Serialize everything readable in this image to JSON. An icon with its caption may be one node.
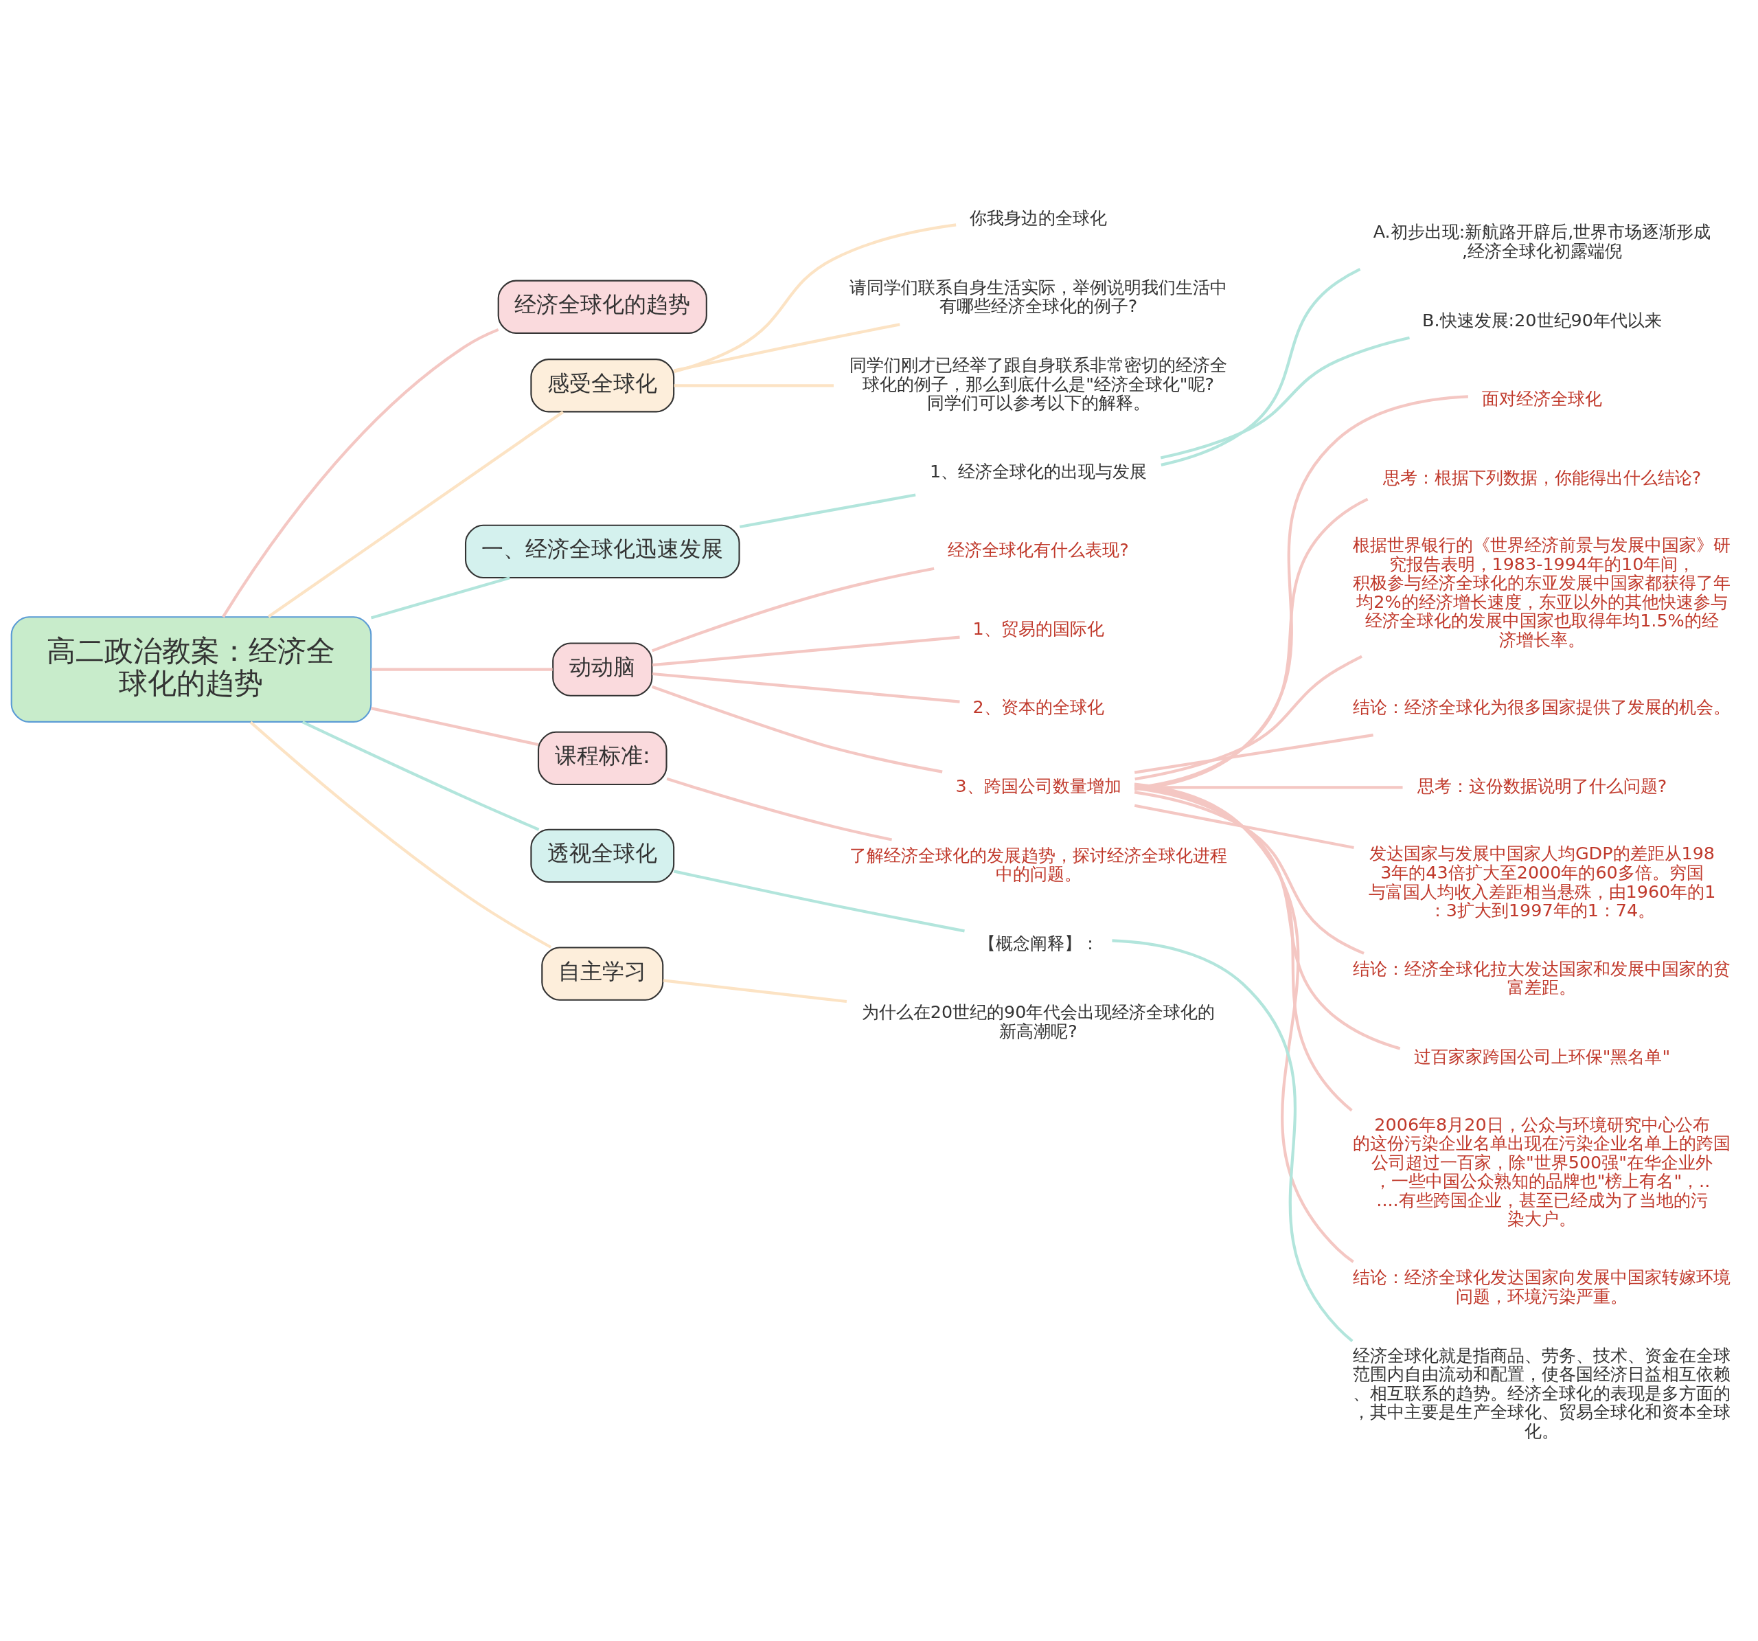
{
  "diagram": {
    "nodes": [
      {
        "text": [
          "高二政治教案：经济全球化的趋势"
        ]
      },
      {
        "text": [
          "经济全球化的趋势"
        ]
      },
      {
        "text": [
          "感受全球化"
        ]
      },
      {
        "text": [
          "你我身边的全球化"
        ]
      },
      {
        "text": [
          "请同学们联系自身生活实际，举例说明我们生活中有哪些经济全球化的例子?"
        ]
      },
      {
        "text": [
          "同学们刚才已经举了跟自身联系非常密切的经济全球化的例子，那么到底什么是\"经济全球化\"呢?同学们可以参考以下的解释。"
        ]
      },
      {
        "text": [
          "一、经济全球化迅速发展"
        ]
      },
      {
        "text": [
          "1、经济全球化的出现与发展"
        ]
      },
      {
        "text": [
          "A.初步出现:新航路开辟后,世界市场逐渐形成,经济全球化初露端倪"
        ]
      },
      {
        "text": [
          "B.快速发展:20世纪90年代以来"
        ]
      },
      {
        "text": [
          "动动脑"
        ]
      },
      {
        "text": [
          "经济全球化有什么表现?"
        ]
      },
      {
        "text": [
          "1、贸易的国际化"
        ]
      },
      {
        "text": [
          "2、资本的全球化"
        ]
      },
      {
        "text": [
          "3、跨国公司数量增加"
        ]
      },
      {
        "text": [
          "面对经济全球化"
        ]
      },
      {
        "text": [
          "思考：根据下列数据，你能得出什么结论?"
        ]
      },
      {
        "text": [
          "根据世界银行的《世界经济前景与发展中国家》研究报告表明，1983-1994年的10年间，积极参与经济全球化的东亚发展中国家都获得了年均2%的经济增长速度，东亚以外的其他快速参与经济全球化的发展中国家也取得年均1.5%的经济增长率。"
        ]
      },
      {
        "text": [
          "结论：经济全球化为很多国家提供了发展的机会。"
        ]
      },
      {
        "text": [
          "思考：这份数据说明了什么问题?"
        ]
      },
      {
        "text": [
          "发达国家与发展中国家人均GDP的差距从1983年的43倍扩大至2000年的60多倍。穷国与富国人均收入差距相当悬殊，由1960年的1：3扩大到1997年的1：74。"
        ]
      },
      {
        "text": [
          "结论：经济全球化拉大发达国家和发展中国家的贫富差距。"
        ]
      },
      {
        "text": [
          "过百家家跨国公司上环保\"黑名单\""
        ]
      },
      {
        "text": [
          "2006年8月20日，公众与环境研究中心公布的这份污染企业名单出现在污染企业名单上的跨国公司超过一百家，除\"世界500强\"在华企业外，一些中国公众熟知的品牌也\"榜上有名\"，......有些跨国企业，甚至已经成为了当地的污染大户。"
        ]
      },
      {
        "text": [
          "结论：经济全球化发达国家向发展中国家转嫁环境问题，环境污染严重。"
        ]
      },
      {
        "text": [
          "课程标准:"
        ]
      },
      {
        "text": [
          "了解经济全球化的发展趋势，探讨经济全球化进程中的问题。"
        ]
      },
      {
        "text": [
          "透视全球化"
        ]
      },
      {
        "text": [
          "【概念阐释】："
        ]
      },
      {
        "text": [
          "经济全球化就是指商品、劳务、技术、资金在全球范围内自由流动和配置，使各国经济日益相互依赖、相互联系的趋势。经济全球化的表现是多方面的，其中主要是生产全球化、贸易全球化和资本全球化。"
        ]
      },
      {
        "text": [
          "自主学习"
        ]
      },
      {
        "text": [
          "为什么在20世纪的90年代会出现经济全球化的新高潮呢?"
        ]
      }
    ],
    "edges": [
      {
        "from": 0,
        "to": 1,
        "arrow": "none"
      },
      {
        "from": 0,
        "to": 2,
        "arrow": "none",
        "color": "#fce3c4"
      },
      {
        "from": 2,
        "to": 3,
        "arrow": "none",
        "color": "#fce3c4"
      },
      {
        "from": 2,
        "to": 4,
        "arrow": "none",
        "color": "#fce3c4"
      },
      {
        "from": 2,
        "to": 5,
        "arrow": "none",
        "color": "#fce3c4"
      },
      {
        "from": 0,
        "to": 6,
        "arrow": "none",
        "color": "#b2e5dc"
      },
      {
        "from": 6,
        "to": 7,
        "arrow": "none",
        "color": "#b2e5dc"
      },
      {
        "from": 7,
        "to": 8,
        "arrow": "none",
        "color": "#b2e5dc"
      },
      {
        "from": 7,
        "to": 9,
        "arrow": "none",
        "color": "#b2e5dc"
      },
      {
        "from": 0,
        "to": 10,
        "arrow": "none"
      },
      {
        "from": 10,
        "to": 11,
        "arrow": "none"
      },
      {
        "from": 10,
        "to": 12,
        "arrow": "none"
      },
      {
        "from": 10,
        "to": 13,
        "arrow": "none"
      },
      {
        "from": 10,
        "to": 14,
        "arrow": "none"
      },
      {
        "from": 14,
        "to": 15,
        "arrow": "none"
      },
      {
        "from": 14,
        "to": 16,
        "arrow": "none"
      },
      {
        "from": 14,
        "to": 17,
        "arrow": "none"
      },
      {
        "from": 14,
        "to": 18,
        "arrow": "none"
      },
      {
        "from": 14,
        "to": 19,
        "arrow": "none"
      },
      {
        "from": 14,
        "to": 20,
        "arrow": "none"
      },
      {
        "from": 14,
        "to": 21,
        "arrow": "none"
      },
      {
        "from": 14,
        "to": 22,
        "arrow": "none"
      },
      {
        "from": 14,
        "to": 23,
        "arrow": "none"
      },
      {
        "from": 14,
        "to": 24,
        "arrow": "none"
      },
      {
        "from": 0,
        "to": 25,
        "arrow": "none"
      },
      {
        "from": 25,
        "to": 26,
        "arrow": "none"
      },
      {
        "from": 0,
        "to": 27,
        "arrow": "none",
        "color": "#b2e5dc"
      },
      {
        "from": 27,
        "to": 28,
        "arrow": "none",
        "color": "#b2e5dc"
      },
      {
        "from": 28,
        "to": 29,
        "arrow": "none",
        "color": "#b2e5dc"
      },
      {
        "from": 0,
        "to": 30,
        "arrow": "none",
        "color": "#fce3c4"
      },
      {
        "from": 30,
        "to": 31,
        "arrow": "none",
        "color": "#fce3c4"
      }
    ]
  }
}
